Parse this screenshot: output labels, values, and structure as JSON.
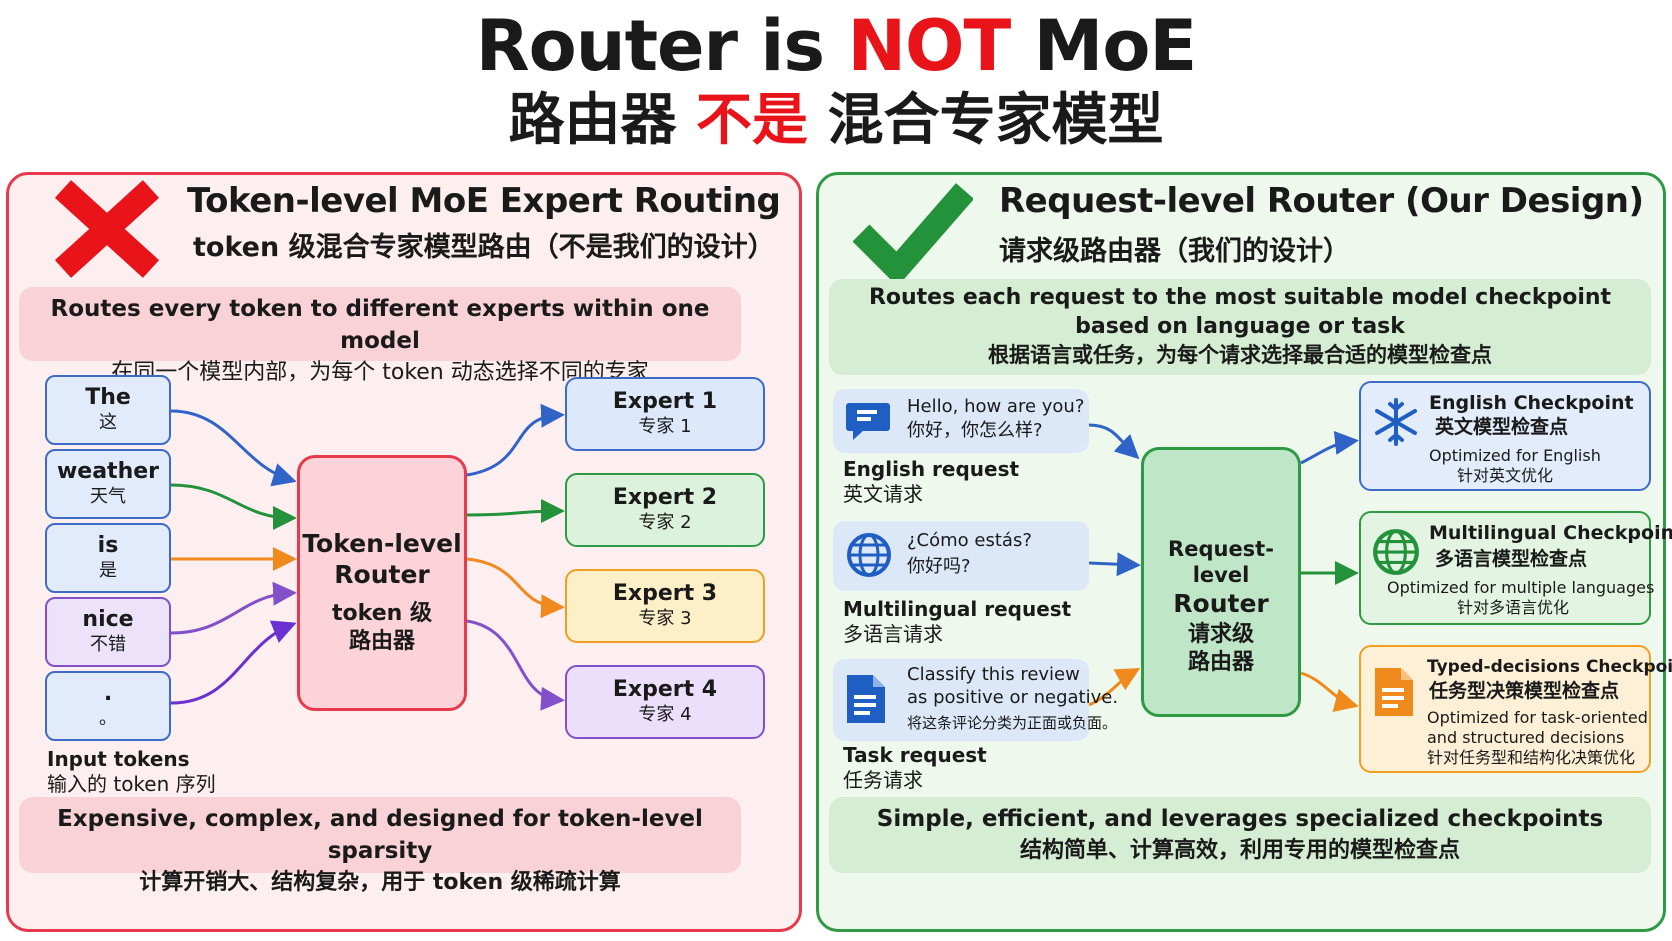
{
  "title": {
    "en_part1": "Router is ",
    "en_highlight": "NOT",
    "en_part2": " MoE",
    "zh_part1": "路由器 ",
    "zh_highlight": "不是",
    "zh_part2": " 混合专家模型"
  },
  "left": {
    "mark_icon": "red-x-icon",
    "heading_en": "Token-level MoE Expert Routing",
    "heading_zh": "token 级混合专家模型路由（不是我们的设计）",
    "band_top_en": "Routes every token to different experts within one model",
    "band_top_zh": "在同一个模型内部，为每个 token 动态选择不同的专家",
    "tokens": [
      {
        "en": "The",
        "zh": "这"
      },
      {
        "en": "weather",
        "zh": "天气"
      },
      {
        "en": "is",
        "zh": "是"
      },
      {
        "en": "nice",
        "zh": "不错"
      },
      {
        "en": ".",
        "zh": "。"
      }
    ],
    "tokens_label_en": "Input tokens",
    "tokens_label_zh": "输入的 token 序列",
    "router_en_1": "Token-level",
    "router_en_2": "Router",
    "router_zh_1": "token 级",
    "router_zh_2": "路由器",
    "experts": [
      {
        "en": "Expert 1",
        "zh": "专家 1"
      },
      {
        "en": "Expert 2",
        "zh": "专家 2"
      },
      {
        "en": "Expert 3",
        "zh": "专家 3"
      },
      {
        "en": "Expert 4",
        "zh": "专家 4"
      }
    ],
    "band_bottom_en": "Expensive, complex, and designed for token-level sparsity",
    "band_bottom_zh": "计算开销大、结构复杂，用于 token 级稀疏计算"
  },
  "right": {
    "mark_icon": "green-check-icon",
    "heading_en": "Request-level Router (Our Design)",
    "heading_zh": "请求级路由器（我们的设计）",
    "band_top_en_1": "Routes each request to the most suitable model checkpoint",
    "band_top_en_2": "based on language or task",
    "band_top_zh": "根据语言或任务，为每个请求选择最合适的模型检查点",
    "requests": [
      {
        "icon": "chat-bubble-icon",
        "line1": "Hello, how are you?",
        "line2": "你好，你怎么样?",
        "line3": "",
        "label_en": "English request",
        "label_zh": "英文请求"
      },
      {
        "icon": "globe-icon",
        "line1": "¿Cómo estás?",
        "line2": "你好吗?",
        "line3": "",
        "label_en": "Multilingual request",
        "label_zh": "多语言请求"
      },
      {
        "icon": "document-icon",
        "line1": "Classify this review",
        "line2": "as positive or negative.",
        "line3": "将这条评论分类为正面或负面。",
        "label_en": "Task request",
        "label_zh": "任务请求"
      }
    ],
    "router_en_1": "Request-level",
    "router_en_2": "Router",
    "router_zh_1": "请求级",
    "router_zh_2": "路由器",
    "checkpoints": [
      {
        "icon": "snowflake-icon",
        "name_en": "English Checkpoint",
        "name_zh": "英文模型检查点",
        "desc_en_1": "Optimized for English",
        "desc_en_2": "",
        "desc_zh": "针对英文优化"
      },
      {
        "icon": "globe-icon",
        "name_en": "Multilingual Checkpoint",
        "name_zh": "多语言模型检查点",
        "desc_en_1": "Optimized for multiple languages",
        "desc_en_2": "",
        "desc_zh": "针对多语言优化"
      },
      {
        "icon": "document-icon",
        "name_en": "Typed-decisions Checkpoint",
        "name_zh": "任务型决策模型检查点",
        "desc_en_1": "Optimized for task-oriented",
        "desc_en_2": "and structured decisions",
        "desc_zh": "针对任务型和结构化决策优化"
      }
    ],
    "band_bottom_en": "Simple, efficient, and leverages specialized checkpoints",
    "band_bottom_zh": "结构简单、计算高效，利用专用的模型检查点"
  },
  "colors": {
    "red": "#e8141a",
    "blue": "#2f63c8",
    "green": "#23923a",
    "orange": "#f08a1c",
    "purple": "#8250c8",
    "violet": "#6a30d0"
  }
}
